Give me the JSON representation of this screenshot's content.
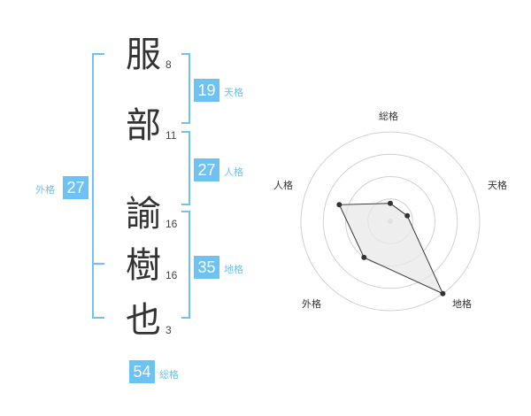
{
  "name": {
    "characters": [
      {
        "char": "服",
        "strokes": "8"
      },
      {
        "char": "部",
        "strokes": "11"
      },
      {
        "char": "諭",
        "strokes": "16"
      },
      {
        "char": "樹",
        "strokes": "16"
      },
      {
        "char": "也",
        "strokes": "3"
      }
    ]
  },
  "fortunes": {
    "tenkaku": {
      "value": "19",
      "label": "天格"
    },
    "jinkaku": {
      "value": "27",
      "label": "人格"
    },
    "chikaku": {
      "value": "35",
      "label": "地格"
    },
    "gaikaku": {
      "value": "27",
      "label": "外格"
    },
    "soukaku": {
      "value": "54",
      "label": "総格"
    }
  },
  "colors": {
    "accent": "#6ec2f2",
    "text": "#333333",
    "radar_fill": "#e8e8e8",
    "radar_ring": "#d0d0d0"
  },
  "chart_data": {
    "type": "radar",
    "axes": [
      "総格",
      "天格",
      "地格",
      "外格",
      "人格"
    ],
    "values": [
      0.2,
      0.2,
      1.0,
      0.5,
      0.6
    ],
    "range": [
      0,
      1
    ],
    "rings": 4
  }
}
